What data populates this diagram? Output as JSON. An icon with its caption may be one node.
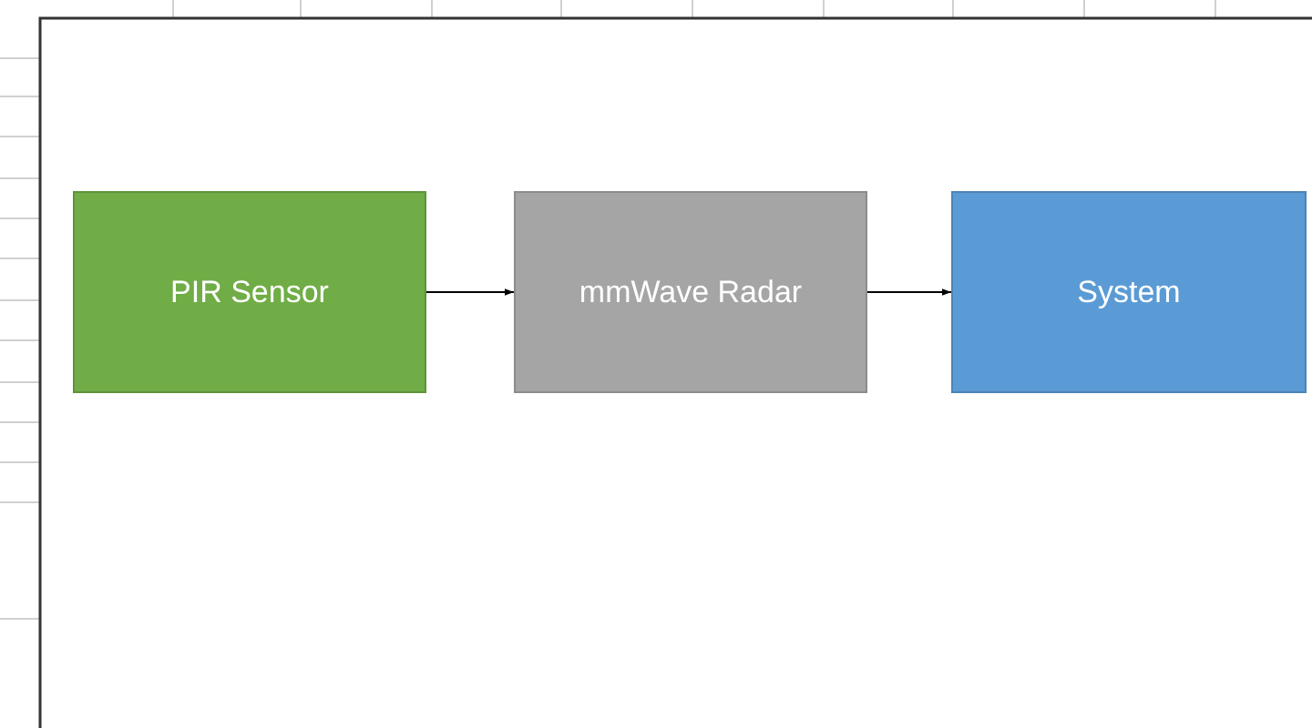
{
  "diagram": {
    "nodes": [
      {
        "text": [
          "PIR Sensor"
        ]
      },
      {
        "text": [
          "mmWave Radar"
        ]
      },
      {
        "text": [
          "System"
        ]
      }
    ],
    "edges": [
      {
        "from": 0,
        "to": 1,
        "arrow": "to"
      },
      {
        "from": 1,
        "to": 2,
        "arrow": "to"
      }
    ]
  }
}
